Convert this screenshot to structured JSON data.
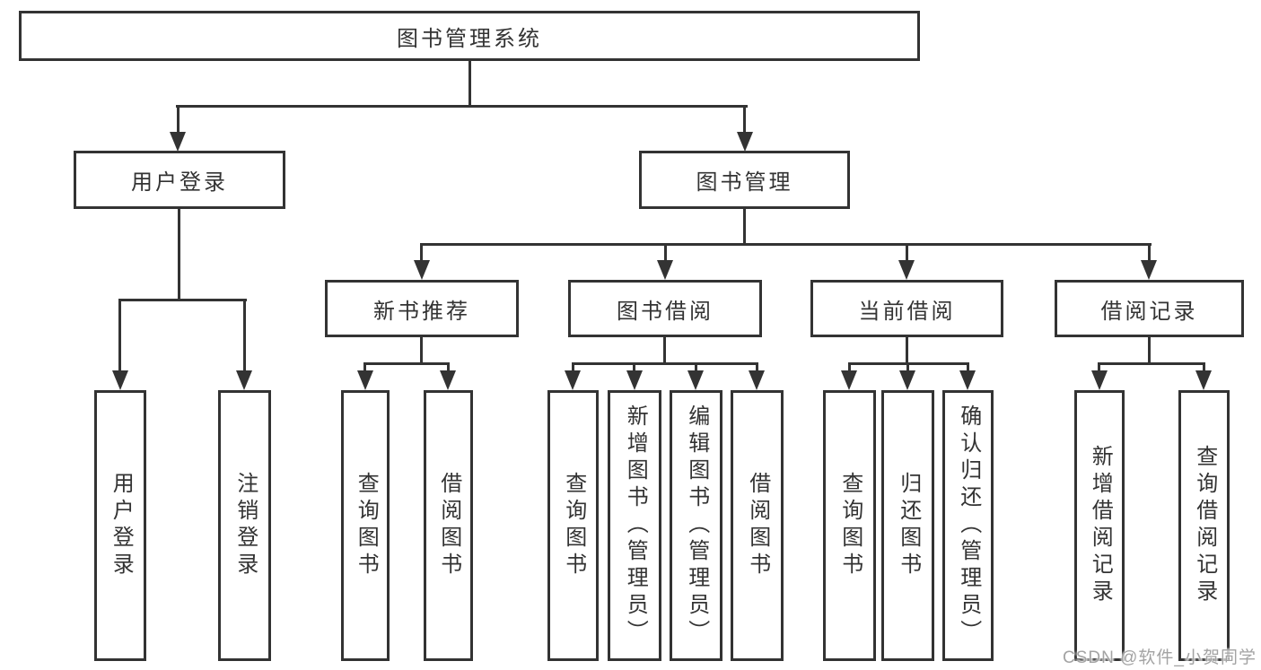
{
  "diagram": {
    "title": "图书管理系统",
    "branches": [
      {
        "label": "用户登录",
        "children": [
          {
            "label": "用户登录"
          },
          {
            "label": "注销登录"
          }
        ]
      },
      {
        "label": "图书管理",
        "children": [
          {
            "label": "新书推荐",
            "children": [
              {
                "label": "查询图书"
              },
              {
                "label": "借阅图书"
              }
            ]
          },
          {
            "label": "图书借阅",
            "children": [
              {
                "label": "查询图书"
              },
              {
                "label": "新增图书（管理员）"
              },
              {
                "label": "编辑图书（管理员）"
              },
              {
                "label": "借阅图书"
              }
            ]
          },
          {
            "label": "当前借阅",
            "children": [
              {
                "label": "查询图书"
              },
              {
                "label": "归还图书"
              },
              {
                "label": "确认归还（管理员）"
              }
            ]
          },
          {
            "label": "借阅记录",
            "children": [
              {
                "label": "新增借阅记录"
              },
              {
                "label": "查询借阅记录"
              }
            ]
          }
        ]
      }
    ]
  },
  "watermark": {
    "text": "CSDN @软件_小贺同学"
  },
  "colors": {
    "line": "#333333",
    "text": "#333333",
    "watermark": "#a3a3a3",
    "background": "#ffffff"
  }
}
